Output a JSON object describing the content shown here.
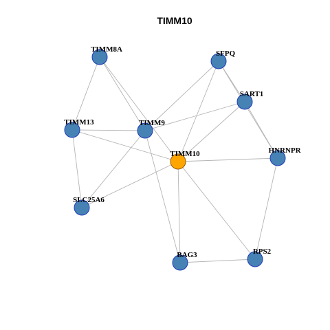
{
  "graph": {
    "title": "TIMM10",
    "colors": {
      "node_fill": "#4682b4",
      "node_stroke": "#1f3ab8",
      "center_fill": "#ffa500",
      "center_stroke": "#9c5a00",
      "edge": "#b4b4b4"
    },
    "nodes": [
      {
        "id": "TIMM10",
        "label": "TIMM10",
        "center": true
      },
      {
        "id": "TIMM8A",
        "label": "TIMM8A"
      },
      {
        "id": "SFPQ",
        "label": "SFPQ"
      },
      {
        "id": "SART1",
        "label": "SART1"
      },
      {
        "id": "TIMM13",
        "label": "TIMM13"
      },
      {
        "id": "TIMM9",
        "label": "TIMM9"
      },
      {
        "id": "HNRNPR",
        "label": "HNRNPR"
      },
      {
        "id": "SLC25A6",
        "label": "SLC25A6"
      },
      {
        "id": "BAG3",
        "label": "BAG3"
      },
      {
        "id": "RPS2",
        "label": "RPS2"
      }
    ],
    "edges": [
      [
        "TIMM8A",
        "TIMM13"
      ],
      [
        "TIMM8A",
        "TIMM9"
      ],
      [
        "TIMM8A",
        "TIMM10"
      ],
      [
        "SFPQ",
        "TIMM9"
      ],
      [
        "SFPQ",
        "TIMM10"
      ],
      [
        "SFPQ",
        "SART1"
      ],
      [
        "SFPQ",
        "HNRNPR"
      ],
      [
        "SART1",
        "TIMM9"
      ],
      [
        "SART1",
        "TIMM10"
      ],
      [
        "SART1",
        "HNRNPR"
      ],
      [
        "TIMM13",
        "TIMM9"
      ],
      [
        "TIMM13",
        "TIMM10"
      ],
      [
        "TIMM13",
        "SLC25A6"
      ],
      [
        "TIMM9",
        "SLC25A6"
      ],
      [
        "TIMM9",
        "BAG3"
      ],
      [
        "TIMM10",
        "SLC25A6"
      ],
      [
        "TIMM10",
        "HNRNPR"
      ],
      [
        "TIMM10",
        "BAG3"
      ],
      [
        "TIMM10",
        "RPS2"
      ],
      [
        "HNRNPR",
        "RPS2"
      ],
      [
        "BAG3",
        "RPS2"
      ]
    ]
  }
}
